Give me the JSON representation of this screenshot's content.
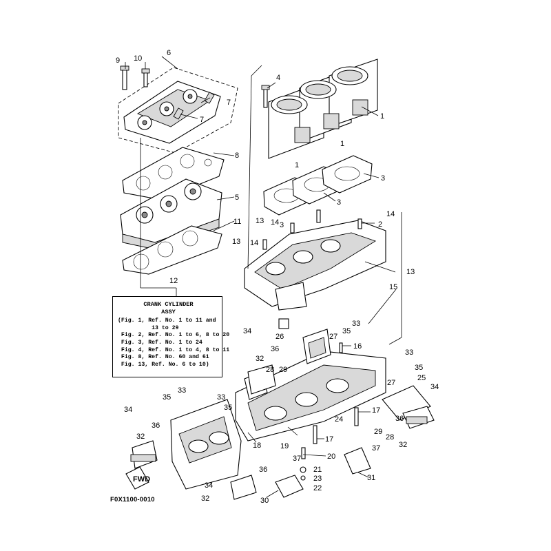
{
  "info_box": {
    "title": "CRANK CYLINDER",
    "subtitle": "ASSY",
    "lines": [
      "(Fig. 1, Ref. No. 1 to 11 and",
      "          13 to 29",
      " Fig. 2, Ref. No. 1 to 6, 8 to 20",
      " Fig. 3, Ref. No. 1 to 24",
      " Fig. 4, Ref. No. 1 to 4, 8 to 11",
      " Fig. 8, Ref. No. 60 and 61",
      " Fig. 13, Ref. No. 6 to 10)"
    ]
  },
  "figure_code": "F0X1100-0010",
  "fwd_label": "FWD",
  "callouts": {
    "c1a": "1",
    "c1b": "1",
    "c1c": "1",
    "c2": "2",
    "c3a": "3",
    "c3b": "3",
    "c3c": "3",
    "c4": "4",
    "c5": "5",
    "c6": "6",
    "c7a": "7",
    "c7b": "7",
    "c8": "8",
    "c9": "9",
    "c10": "10",
    "c11": "11",
    "c12": "12",
    "c13a": "13",
    "c13b": "13",
    "c13c": "13",
    "c14a": "14",
    "c14b": "14",
    "c14c": "14",
    "c15": "15",
    "c16": "16",
    "c17a": "17",
    "c17b": "17",
    "c18": "18",
    "c19": "19",
    "c20": "20",
    "c21": "21",
    "c22": "22",
    "c23": "23",
    "c24": "24",
    "c25": "25",
    "c26": "26",
    "c27a": "27",
    "c27b": "27",
    "c28a": "28",
    "c28b": "28",
    "c29a": "29",
    "c29b": "29",
    "c30": "30",
    "c31": "31",
    "c32a": "32",
    "c32b": "32",
    "c32c": "32",
    "c32d": "32",
    "c33a": "33",
    "c33b": "33",
    "c33c": "33",
    "c33d": "33",
    "c34a": "34",
    "c34b": "34",
    "c34c": "34",
    "c34d": "34",
    "c35a": "35",
    "c35b": "35",
    "c35c": "35",
    "c35d": "35",
    "c36a": "36",
    "c36b": "36",
    "c36c": "36",
    "c36d": "36",
    "c37a": "37",
    "c37b": "37"
  }
}
